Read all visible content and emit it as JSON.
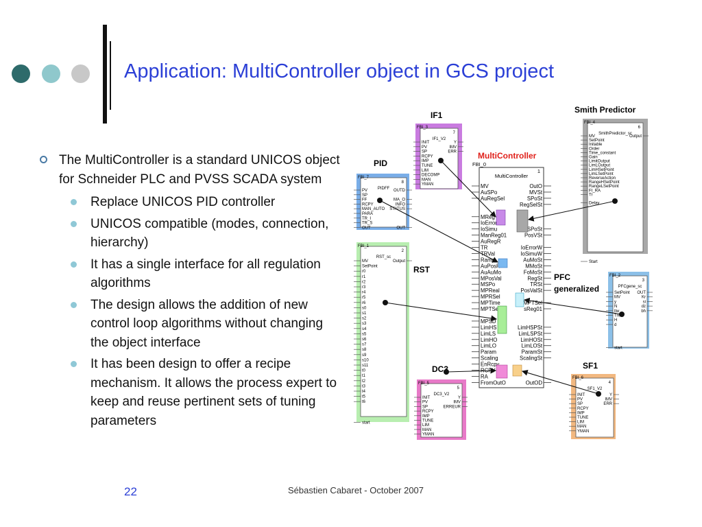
{
  "title": "Application: MultiController object in GCS project",
  "bullets": [
    {
      "text": "The MultiController is a standard UNICOS object for Schneider PLC and PVSS SCADA system",
      "sub": [
        "Replace UNICOS PID controller",
        "UNICOS compatible (modes, connection, hierarchy)",
        "It has a single interface for all regulation algorithms",
        "The design allows the addition of new control loop algorithms without changing the object interface",
        "It has been design to offer a recipe mechanism. It allows the process expert to keep and reuse pertinent sets of tuning parameters"
      ]
    }
  ],
  "footer": {
    "author": "Sébastien Cabaret - October 2007",
    "slide_number": "22"
  },
  "colors": {
    "title": "#2b3fd6",
    "multicontroller_label": "#e0201a",
    "dot_dark": "#2e6b6b",
    "dot_mid": "#8fc8cc",
    "dot_light": "#c8c8c8"
  },
  "diagram": {
    "labels": {
      "if1": "IF1",
      "pid": "PID",
      "rst": "RST",
      "dc3": "DC3",
      "sf1": "SF1",
      "pfc": "PFC generalized",
      "smith": "Smith Predictor",
      "multicontroller": "MultiController"
    },
    "multicontroller": {
      "fbi": "FBI_0",
      "num": "1",
      "name": "MultiController",
      "inputs": [
        "MV",
        "AuSPo",
        "AuRegSel",
        "",
        "",
        "MReg",
        "IoError",
        "IoSimu",
        "ManReg01",
        "AuRegR",
        "TR",
        "TRVal",
        "Ramp",
        "AuPosR",
        "AuAuMo",
        "MPosVal",
        "MSPo",
        "MPReal",
        "MPRSel",
        "MPTime",
        "MPTSel",
        "",
        "MPSD",
        "LimHS",
        "LimLS",
        "LimHO",
        "LimLO",
        "Param",
        "Scaling",
        "EnRcpy",
        "RCPY",
        "RA",
        "FromOutO"
      ],
      "outputs": [
        "OutO",
        "MVSt",
        "SPoSt",
        "RegSelSt",
        "",
        "",
        "",
        "SPoSt",
        "PosVSt",
        "",
        "IoErrorW",
        "IoSimuW",
        "AuMoSt",
        "MMoSt",
        "FoMoSt",
        "RegSt",
        "TRSt",
        "PosValSt",
        "",
        "MPTSel",
        "sReg01",
        "",
        "",
        "LimHSPSt",
        "LimLSPSt",
        "LimHOSt",
        "LimLOSt",
        "ParamSt",
        "ScalingSt",
        "",
        "",
        "",
        "OutOD"
      ]
    },
    "if1": {
      "fbi": "FBI_3",
      "num": "7",
      "name": "IF1_V2",
      "inputs": [
        "INIT",
        "PV",
        "SP",
        "RCPY",
        "IMP",
        "TUNE",
        "LIM",
        "DECOMP",
        "MAN",
        "YMAN"
      ],
      "outputs": [
        "Y",
        "IMV",
        "ERR"
      ]
    },
    "pid": {
      "fbi": "FBI_7",
      "num": "8",
      "name": "PIDFF",
      "inputs": [
        "PV",
        "SP",
        "FF",
        "RCPY",
        "MAN_AUTO",
        "PARA",
        "TR_I",
        "TR_S",
        "OUT"
      ],
      "outputs": [
        "OUTD",
        "",
        "MA_O",
        "INFO",
        "STATUS",
        "",
        "",
        "",
        "OUT"
      ]
    },
    "rst": {
      "fbi": "FBI_1",
      "num": "2",
      "name": "RST_sc",
      "inputs": [
        "MV",
        "SetPoint",
        "r0",
        "r1",
        "r2",
        "r3",
        "r4",
        "r5",
        "r6",
        "s0",
        "s1",
        "s2",
        "s3",
        "s4",
        "s5",
        "s6",
        "s7",
        "s8",
        "s9",
        "s10",
        "s11",
        "t0",
        "t1",
        "t2",
        "t3",
        "t4",
        "t5",
        "t6",
        "",
        "",
        "",
        "start"
      ],
      "outputs": [
        "Output"
      ]
    },
    "dc3": {
      "fbi": "FBI_5",
      "num": "5",
      "name": "DC3_V2",
      "inputs": [
        "INIT",
        "PV",
        "SP",
        "RCPY",
        "IMP",
        "TUNE",
        "LIM",
        "MAN",
        "YMAN"
      ],
      "outputs": [
        "Y",
        "IMV",
        "ERREUR"
      ]
    },
    "smith": {
      "fbi": "FBI_4",
      "num": "6",
      "name": "SmithPredictor_sc",
      "inputs": [
        "MV",
        "SetPoint",
        "Initable",
        "Order",
        "Time_constant",
        "Gain",
        "LimitOutput",
        "LimLOutput",
        "LimHSetPoint",
        "LimLSetPoint",
        "ReverseAction",
        "RangeHSetPoint",
        "RangeLSetPoint",
        "FI_RA",
        "Tr",
        "",
        "Delay",
        "",
        "",
        "",
        "",
        "",
        "",
        "",
        "",
        "",
        "",
        "",
        "",
        "",
        "Start"
      ],
      "outputs": [
        "Output"
      ]
    },
    "pfc": {
      "fbi": "FBI_2",
      "num": "3",
      "name": "PFCgene_sc",
      "inputs": [
        "SetPoint",
        "MV",
        "y",
        "N",
        "ltw",
        "Tref",
        "H",
        "d",
        "",
        "",
        "",
        "",
        "start"
      ],
      "outputs": [
        "OUT",
        "Kr",
        "si",
        "dz",
        "bh"
      ]
    },
    "sf1": {
      "fbi": "FBI_6",
      "num": "4",
      "name": "SF1_V2",
      "inputs": [
        "INIT",
        "PV",
        "SP",
        "RCPY",
        "IMP",
        "TUNE",
        "LIM",
        "MAN",
        "YMAN"
      ],
      "outputs": [
        "Y",
        "IMV",
        "ERR"
      ]
    }
  }
}
